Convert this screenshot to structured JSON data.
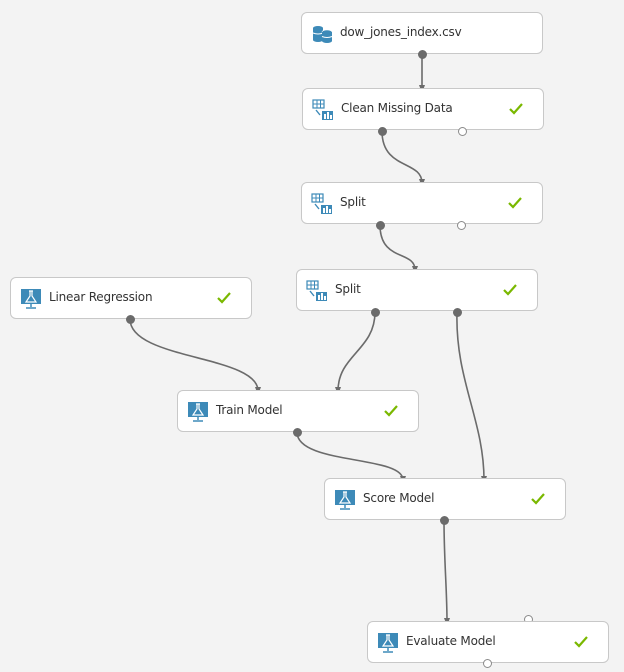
{
  "colors": {
    "canvas_bg": "#f3f3f3",
    "module_bg": "#ffffff",
    "module_border": "#c8c8c8",
    "icon_blue": "#3d8ab8",
    "check_green": "#7ab800",
    "wire": "#6b6b6b"
  },
  "modules": {
    "dataset": {
      "label": "dow_jones_index.csv",
      "icon": "dataset-icon",
      "status": ""
    },
    "clean": {
      "label": "Clean Missing Data",
      "icon": "data-transform-icon",
      "status": "completed"
    },
    "split1": {
      "label": "Split",
      "icon": "data-transform-icon",
      "status": "completed"
    },
    "split2": {
      "label": "Split",
      "icon": "data-transform-icon",
      "status": "completed"
    },
    "linreg": {
      "label": "Linear Regression",
      "icon": "model-icon",
      "status": "completed"
    },
    "train": {
      "label": "Train Model",
      "icon": "model-icon",
      "status": "completed"
    },
    "score": {
      "label": "Score Model",
      "icon": "model-icon",
      "status": "completed"
    },
    "evaluate": {
      "label": "Evaluate Model",
      "icon": "model-icon",
      "status": "completed"
    }
  }
}
